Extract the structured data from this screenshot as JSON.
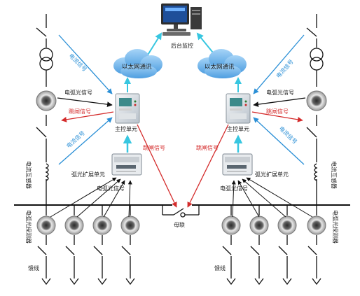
{
  "diagram": {
    "monitor_label": "后台监控",
    "cloud_label": "以太网通讯",
    "main_unit_label": "主控单元",
    "ext_unit_label": "弧光扩展单元",
    "bus_coupler_label": "母联",
    "feeder_label": "馈线",
    "signals": {
      "current": "电流信号",
      "arc_light": "电弧光信号",
      "trip": "跳闸信号"
    },
    "vertical_labels": {
      "ct": "电流互感器",
      "arc_detector": "电弧光探测器"
    },
    "colors": {
      "current": "#2a8fd6",
      "trip": "#d42b2b",
      "arc": "#111111",
      "cloud": "#5aa7e6",
      "eth_arrow": "#37c6e0"
    }
  }
}
